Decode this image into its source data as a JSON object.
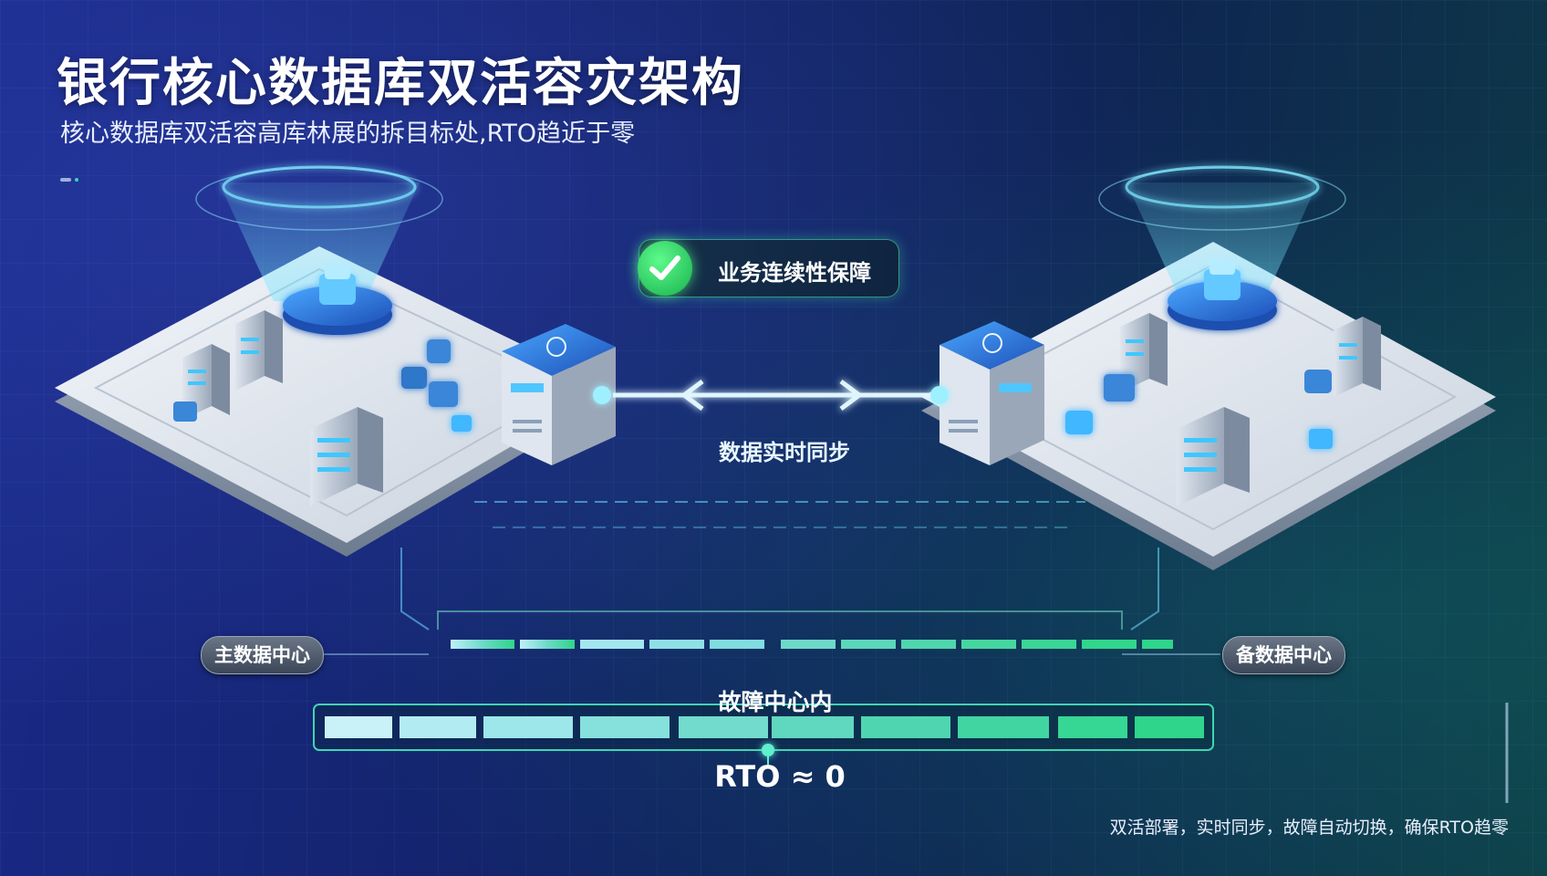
{
  "title": "银行核心数据库双活容灾架构",
  "subtitle": "核心数据库双活容高库林展的拆目标处,RTO趋近于零",
  "badge": {
    "text": "业务连续性保障",
    "icon": "check-icon",
    "color": "#2bd564"
  },
  "sync_label": "数据实时同步",
  "primary_dc": "主数据中心",
  "backup_dc": "备数据中心",
  "failure_label": "故障中心内",
  "rto_label": "RTO ≈ 0",
  "footer": "双活部署，实时同步，故障自动切换，确保RTO趋零",
  "colors": {
    "accent_cyan": "#37d5e8",
    "accent_green": "#2bd58a",
    "bg_dark": "#0e2453"
  }
}
